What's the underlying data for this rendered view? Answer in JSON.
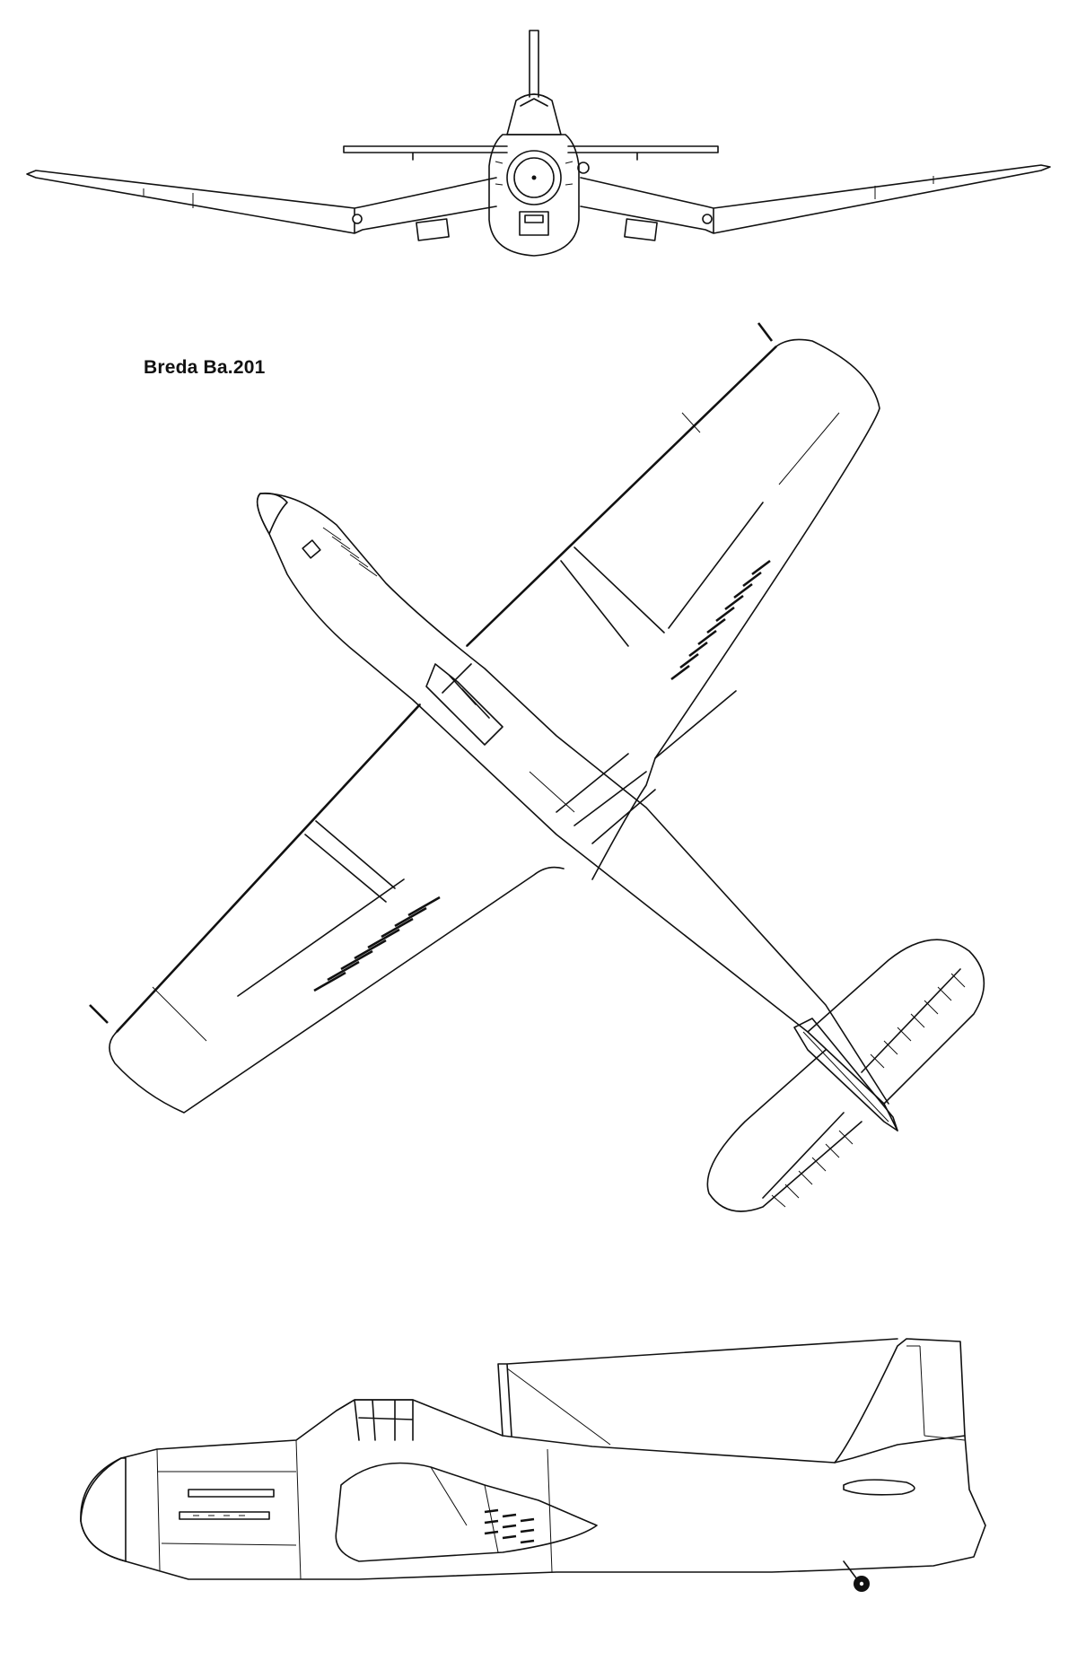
{
  "drawing": {
    "title": "Breda Ba.201",
    "views": [
      "front-view",
      "top-view",
      "side-view"
    ],
    "line_color": "#111111",
    "background_color": "#ffffff"
  }
}
